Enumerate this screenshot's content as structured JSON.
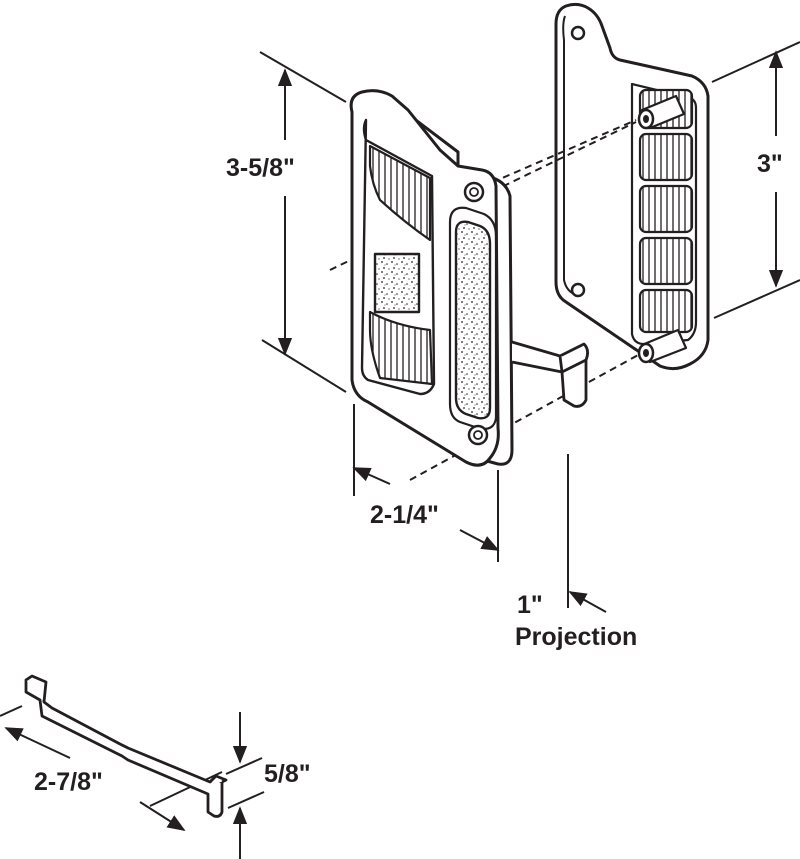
{
  "dimensions": {
    "height_handle": "3-5/8\"",
    "height_plate": "3\"",
    "width_handle": "2-1/4\"",
    "projection_value": "1\"",
    "projection_word": "Projection",
    "length_tab": "2-7/8\"",
    "height_tab": "5/8\""
  },
  "colors": {
    "ink": "#231f20",
    "background": "#ffffff"
  }
}
